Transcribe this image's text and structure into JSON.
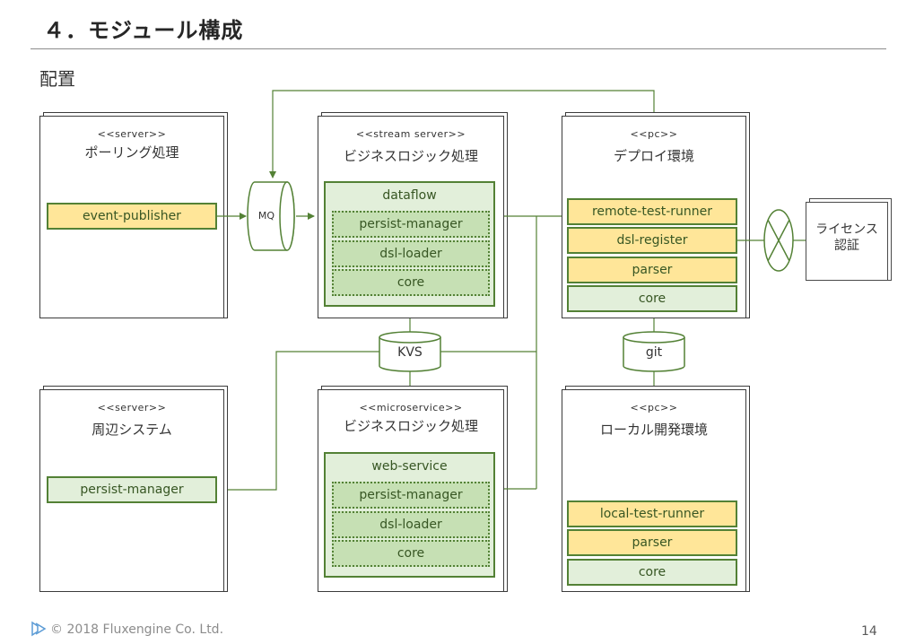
{
  "header": {
    "title": "４．モジュール構成",
    "subtitle": "配置"
  },
  "nodes": {
    "polling": {
      "stereotype": "<<server>>",
      "name": "ポーリング処理",
      "components": [
        "event-publisher"
      ]
    },
    "stream": {
      "stereotype": "<<stream  server>>",
      "name": "ビジネスロジック処理",
      "package": "dataflow",
      "components": [
        "persist-manager",
        "dsl-loader",
        "core"
      ]
    },
    "deploy": {
      "stereotype": "<<pc>>",
      "name": "デプロイ環境",
      "components": [
        "remote-test-runner",
        "dsl-register",
        "parser",
        "core"
      ]
    },
    "peripheral": {
      "stereotype": "<<server>>",
      "name": "周辺システム",
      "components": [
        "persist-manager"
      ]
    },
    "micro": {
      "stereotype": "<<microservice>>",
      "name": "ビジネスロジック処理",
      "package": "web-service",
      "components": [
        "persist-manager",
        "dsl-loader",
        "core"
      ]
    },
    "local": {
      "stereotype": "<<pc>>",
      "name": "ローカル開発環境",
      "components": [
        "local-test-runner",
        "parser",
        "core"
      ]
    }
  },
  "connectors": {
    "mq": "MQ",
    "kvs": "KVS",
    "git": "git"
  },
  "license": {
    "line1": "ライセンス",
    "line2": "認証"
  },
  "footer": {
    "copyright": "© 2018 Fluxengine Co. Ltd.",
    "page": "14"
  },
  "colors": {
    "line": "#538135",
    "component_yellow": "#ffe699",
    "component_green": "#e2efda",
    "component_dotted": "#c6e0b4"
  }
}
